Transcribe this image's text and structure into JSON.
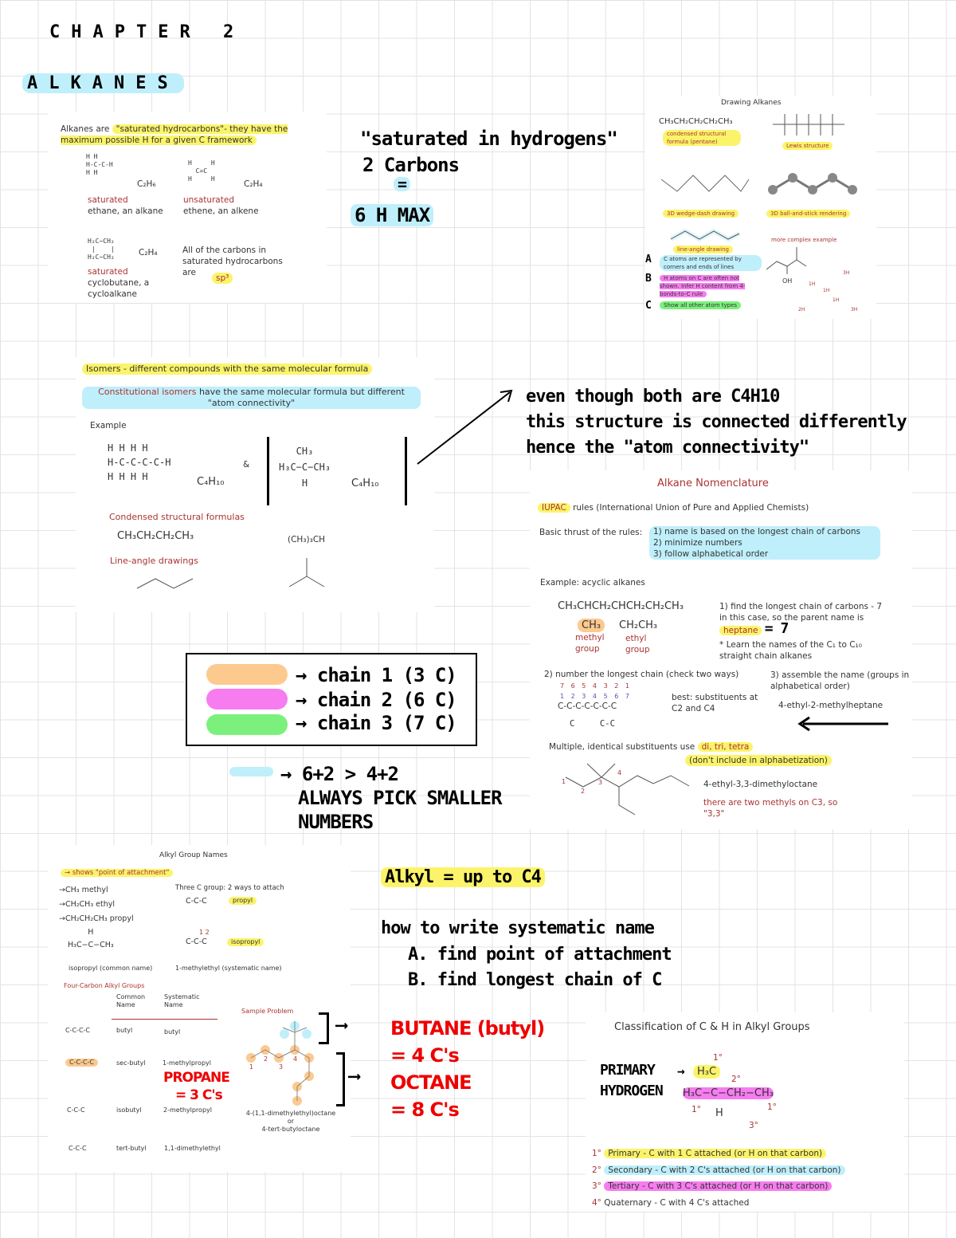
{
  "header": {
    "chapter": "CHAPTER   2",
    "topic": "ALKANES"
  },
  "intro": {
    "sentence_plain": "Alkanes are ",
    "sentence_hl": "\"saturated hydrocarbons\"- they have the maximum possible H for a given C framework",
    "ethane": {
      "lewis": "H H\nH-C-C-H\nH H",
      "formula": "C₂H₆",
      "label": "saturated",
      "name": "ethane, an alkane"
    },
    "ethene": {
      "lewis": "H     H\n  C=C\nH     H",
      "formula": "C₂H₄",
      "label": "unsaturated",
      "name": "ethene, an alkene"
    },
    "cyclobutane": {
      "lewis": "H₂C−CH₂\n |    |\nH₂C−CH₂",
      "formula": "C₂H₄",
      "label": "saturated",
      "name": "cyclobutane, a cycloalkane"
    },
    "sp3_note": "All of the carbons in saturated hydrocarbons are",
    "sp3": "sp³"
  },
  "handwritten_top": {
    "line1": "\"saturated in hydrogens\"",
    "line2": "2 Carbons",
    "line3": "=",
    "line4": "6 H MAX"
  },
  "drawing_alkanes": {
    "title": "Drawing Alkanes",
    "condensed": "CH₃CH₂CH₂CH₂CH₃",
    "condensed_label": "condensed structural formula (pentane)",
    "lewis_label": "Lewis structure",
    "wedge_label": "3D wedge-dash drawing",
    "ball_label": "3D ball-and-stick rendering",
    "line_angle_label": "line-angle drawing",
    "complex_label": "more complex example",
    "oh": "OH",
    "notes": [
      {
        "marker": "A",
        "text": "C atoms are represented by corners and ends of lines"
      },
      {
        "marker": "B",
        "text": "H atoms on C are often not shown. Infer H content from 4-bonds-to-C rule"
      },
      {
        "marker": "C",
        "text": "Show all other atom types"
      }
    ],
    "h_counts": [
      "3H",
      "1H",
      "1H",
      "1H",
      "2H",
      "3H"
    ]
  },
  "isomers": {
    "title": "Isomers - different compounds with the same molecular formula",
    "constitutional_term": "Constitutional isomers",
    "constitutional_rest": " have the same molecular formula but different \"atom connectivity\"",
    "example_label": "Example",
    "butane_lewis": "H H H H\nH-C-C-C-C-H\nH H H H",
    "formula": "C₄H₁₀",
    "amp": "&",
    "isobutane": "CH₃\nH₃C−C−CH₃\nH",
    "condensed_label": "Condensed structural formulas",
    "condensed_1": "CH₃CH₂CH₂CH₃",
    "condensed_2": "(CH₃)₃CH",
    "line_angle_label": "Line-angle drawings"
  },
  "handwritten_connectivity": {
    "line1": "even though both are C4H10",
    "line2": "this structure is connected differently",
    "line3": "hence the \"atom connectivity\""
  },
  "nomenclature": {
    "title": "Alkane Nomenclature",
    "iupac": "IUPAC",
    "iupac_rest": " rules   (International Union of Pure and Applied Chemists)",
    "basic_thrust": "Basic thrust of the rules:",
    "rules": [
      "1) name is based on the longest chain of carbons",
      "2) minimize numbers",
      "3) follow alphabetical order"
    ],
    "example_label": "Example: acyclic alkanes",
    "example_formula": "CH₃CHCH₂CHCH₂CH₂CH₃",
    "methyl_sub": "CH₃",
    "ethyl_sub": "CH₂CH₃",
    "methyl_group": "methyl group",
    "ethyl_group": "ethyl group",
    "step1": "1) find the longest chain of carbons - 7 in this case, so the parent name is",
    "heptane": "heptane",
    "equals7": "= 7",
    "learn": "* Learn the names of the C₁ to C₁₀ straight chain alkanes",
    "step2": "2) number the longest chain (check two ways)",
    "numbering_top": [
      "7",
      "6",
      "5",
      "4",
      "3",
      "2",
      "1"
    ],
    "numbering_bottom": [
      "1",
      "2",
      "3",
      "4",
      "5",
      "6",
      "7"
    ],
    "chain": "C-C-C-C-C-C-C",
    "branches": "C     C-C",
    "best": "best: substituents at C2 and C4",
    "step3": "3) assemble the name (groups in alphabetical order)",
    "assembled": "4-ethyl-2-methylheptane",
    "multiple": "Multiple, identical substituents use",
    "prefixes": "di, tri, tetra",
    "dont_include": "(don't include in alphabetization)",
    "locants": [
      "1",
      "2",
      "3",
      "4"
    ],
    "example2": "4-ethyl-3,3-dimethyloctane",
    "example2_note": "there are two methyls on C3, so \"3,3\""
  },
  "legend_box": {
    "items": [
      {
        "color": "#fcc98f",
        "text": "→ chain 1 (3 C)"
      },
      {
        "color": "#f77cf0",
        "text": "→ chain 2 (6 C)"
      },
      {
        "color": "#7cf07c",
        "text": "→ chain 3 (7 C)"
      }
    ]
  },
  "handwritten_smaller": {
    "line1": "→ 6+2 > 4+2",
    "line2": "ALWAYS PICK SMALLER",
    "line3": "NUMBERS"
  },
  "alkyl": {
    "title": "Alkyl Group Names",
    "attachment": "→ shows \"point of attachment\"",
    "simple": [
      {
        "formula": "→CH₃",
        "name": "methyl"
      },
      {
        "formula": "→CH₂CH₃",
        "name": "ethyl"
      },
      {
        "formula": "→CH₂CH₂CH₃",
        "name": "propyl"
      }
    ],
    "three_c": "Three C group: 2 ways to attach",
    "propyl_chain": "C-C-C",
    "propyl": "propyl",
    "iso_nums": "1 2",
    "isopropyl": "isopropyl",
    "iso_struct": "H\nH₃C−C−CH₃",
    "iso_common": "isopropyl (common name)",
    "iso_systematic": "1-methylethyl (systematic name)",
    "four_title": "Four-Carbon Alkyl Groups",
    "col_common": "Common Name",
    "col_systematic": "Systematic Name",
    "four": [
      {
        "struct": "C-C-C-C",
        "common": "butyl",
        "systematic": "butyl"
      },
      {
        "struct": "C-C-C-C",
        "common": "sec-butyl",
        "systematic": "1-methylpropyl"
      },
      {
        "struct": "C-C-C",
        "common": "isobutyl",
        "systematic": "2-methylpropyl"
      },
      {
        "struct": "C-C-C",
        "common": "tert-butyl",
        "systematic": "1,1-dimethylethyl"
      }
    ],
    "propane_note": "PROPANE",
    "propane_count": "= 3 C's",
    "sample_title": "Sample Problem",
    "sample_locants": [
      "1",
      "2",
      "3",
      "4"
    ],
    "sample_answer1": "4-(1,1-dimethylethyl)octane",
    "sample_or": "or",
    "sample_answer2": "4-tert-butyloctane"
  },
  "handwritten_alkyl": {
    "alkyl_up_to": "Alkyl = up to C4",
    "how_to": "how to write systematic name",
    "step_a": "A. find point of attachment",
    "step_b": "B. find longest chain of C",
    "butane": "BUTANE (butyl)",
    "butane_count": "= 4 C's",
    "octane": "OCTANE",
    "octane_count": "= 8 C's"
  },
  "classification": {
    "title": "Classification of C & H in Alkyl Groups",
    "primary_hydrogen": "PRIMARY HYDROGEN",
    "struct_top": "H₃C",
    "struct_mid": "H₃C−C−CH₂−CH₃",
    "struct_h": "H",
    "degrees": [
      "1°",
      "2°",
      "1°",
      "1°",
      "3°"
    ],
    "list": [
      {
        "deg": "1°",
        "text": "Primary - C with 1 C attached (or H on that carbon)",
        "hl": "#fbf46a"
      },
      {
        "deg": "2°",
        "text": "Secondary  - C with 2 C's attached (or H on that carbon)",
        "hl": "#bfeffb"
      },
      {
        "deg": "3°",
        "text": "Tertiary - C with 3 C's attached (or H on that carbon)",
        "hl": "#f77cf0"
      },
      {
        "deg": "4°",
        "text": "Quaternary - C with 4 C's attached",
        "hl": ""
      }
    ]
  }
}
